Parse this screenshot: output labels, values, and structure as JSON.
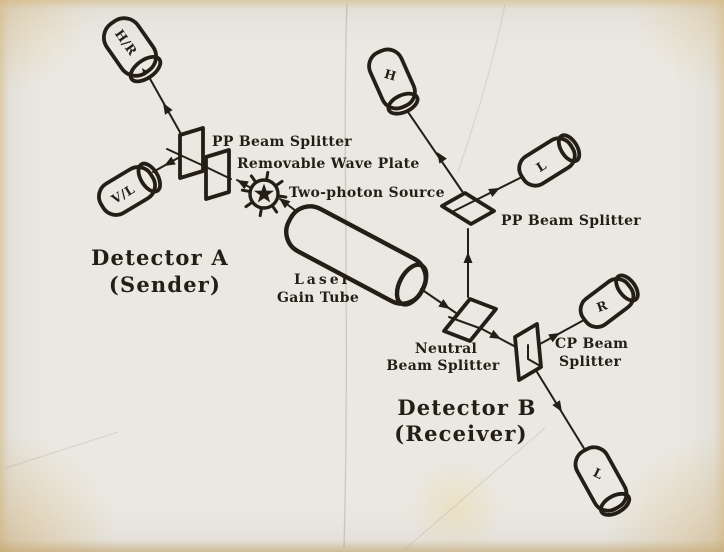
{
  "labels": {
    "pp_beam_splitter_left": "PP Beam Splitter",
    "removable_wave_plate": "Removable Wave Plate",
    "two_photon_source": "Two-photon Source",
    "laser_gain_tube": {
      "line1": "Laser",
      "line2": "Gain Tube"
    },
    "pp_beam_splitter_right": "PP Beam Splitter",
    "neutral_beam_splitter": {
      "line1": "Neutral",
      "line2": "Beam Splitter"
    },
    "cp_beam_splitter": {
      "line1": "CP Beam",
      "line2": "Splitter"
    },
    "detector_a": {
      "line1": "Detector A",
      "line2": "(Sender)"
    },
    "detector_b": {
      "line1": "Detector B",
      "line2": "(Receiver)"
    }
  },
  "detector_windows": {
    "hr": "H/R",
    "vl": "V/L",
    "h": "H",
    "l_right": "L",
    "r": "R",
    "l_bottom": "L"
  },
  "colors": {
    "ink": "#241f16",
    "paper": "#eae8e1"
  }
}
